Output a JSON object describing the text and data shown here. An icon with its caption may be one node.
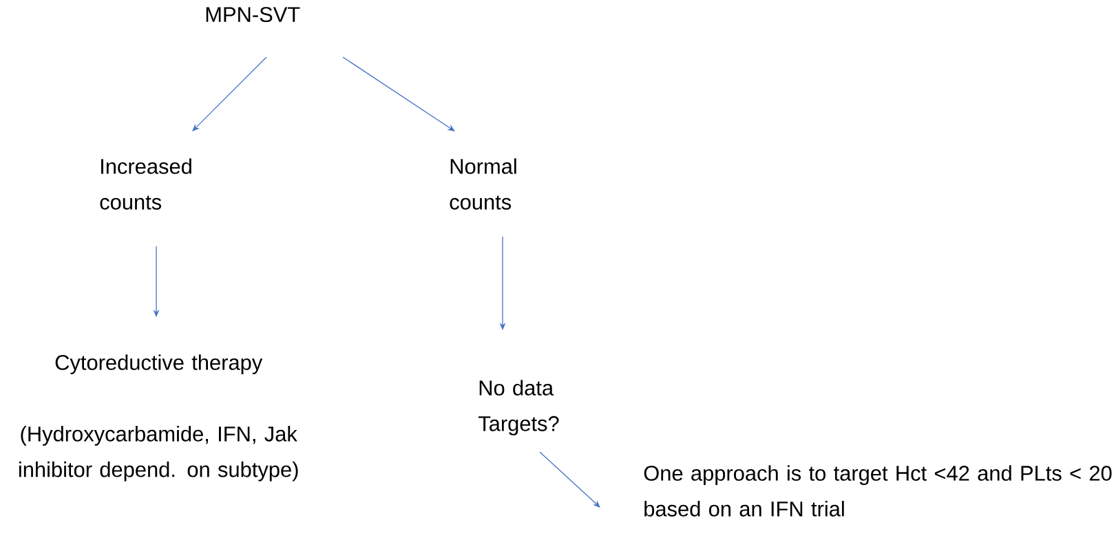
{
  "diagram": {
    "nodes": [
      {
        "text": [
          "MPN-SVT"
        ]
      },
      {
        "text": [
          "Increased counts"
        ]
      },
      {
        "text": [
          "Normal counts"
        ]
      },
      {
        "text": [
          "Cytoreductive therapy",
          "(Hydroxycarbamide, IFN, Jak inhibitor depend. on subtype)"
        ]
      },
      {
        "text": [
          "No data Targets?"
        ]
      },
      {
        "text": [
          "One approach is to target Hct <42 and PLts < 20 based on an IFN trial"
        ]
      }
    ],
    "edges": [
      {
        "from": 0,
        "to": 1,
        "arrow": "to"
      },
      {
        "from": 0,
        "to": 2,
        "arrow": "to"
      },
      {
        "from": 1,
        "to": 3,
        "arrow": "to"
      },
      {
        "from": 2,
        "to": 4,
        "arrow": "to"
      },
      {
        "from": 4,
        "to": 5,
        "arrow": "to"
      }
    ]
  }
}
